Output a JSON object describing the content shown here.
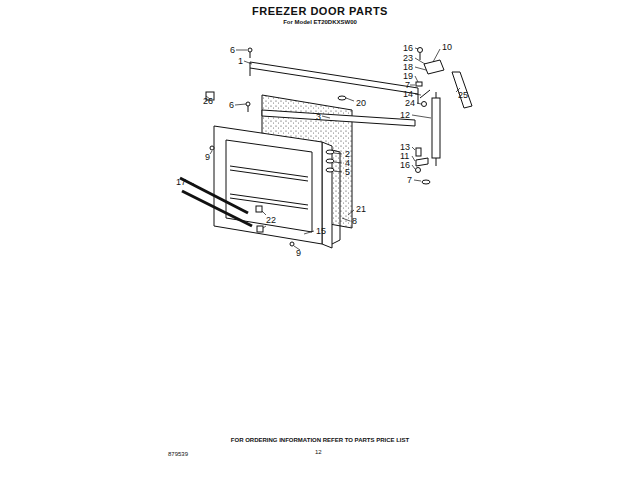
{
  "diagram": {
    "title": "FREEZER DOOR PARTS",
    "labels": [
      "For Model ET20DKXSW00",
      "6",
      "1",
      "16",
      "10",
      "23",
      "18",
      "19",
      "7",
      "14",
      "24",
      "25",
      "20",
      "26",
      "6",
      "3",
      "12",
      "9",
      "2",
      "4",
      "5",
      "13",
      "11",
      "16",
      "7",
      "17",
      "21",
      "8",
      "22",
      "15",
      "9",
      "FOR ORDERING INFORMATION REFER TO PARTS PRICE LIST",
      "879539",
      "12"
    ]
  }
}
